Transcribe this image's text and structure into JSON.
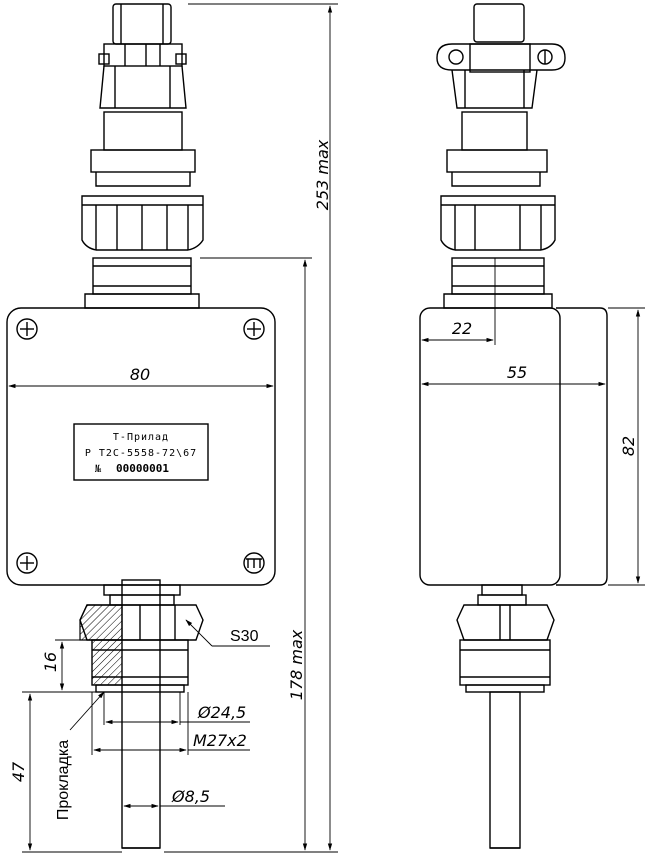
{
  "dimensions": {
    "overall_height": "253 max",
    "lower_height": "178 max",
    "box_width": "80",
    "box_depth": "55",
    "thread_offset": "22",
    "box_height": "82",
    "thread_length": "16",
    "probe_length": "47",
    "collar_diameter": "Ø24,5",
    "thread": "M27x2",
    "probe_diameter": "Ø8,5",
    "hex_size": "S30"
  },
  "labels": {
    "gasket": "Прокладка"
  },
  "nameplate": {
    "maker": "Т-Прилад",
    "model": "Р Т2С-5558-72\\67",
    "serial_prefix": "№",
    "serial": "00000001"
  },
  "colors": {
    "line": "#000000",
    "background": "#ffffff"
  }
}
